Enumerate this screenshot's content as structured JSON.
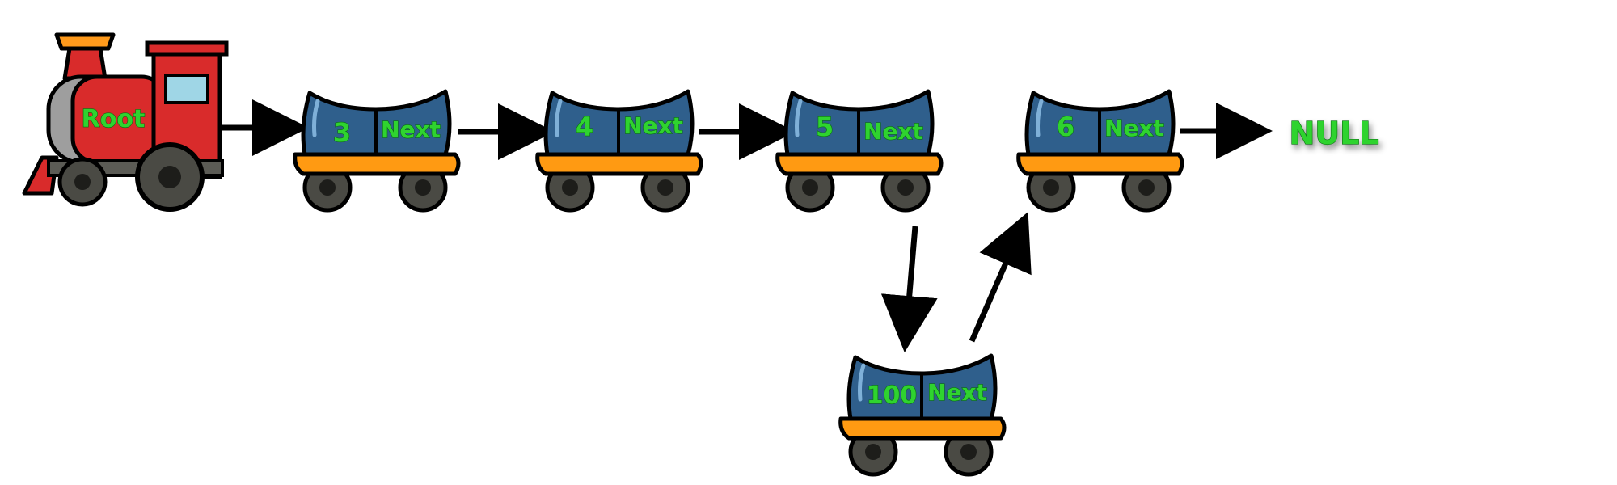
{
  "diagram": {
    "engine": {
      "label": "Root"
    },
    "wagons": [
      {
        "id": "w3",
        "value": "3",
        "next_label": "Next"
      },
      {
        "id": "w4",
        "value": "4",
        "next_label": "Next"
      },
      {
        "id": "w5",
        "value": "5",
        "next_label": "Next"
      },
      {
        "id": "w6",
        "value": "6",
        "next_label": "Next"
      },
      {
        "id": "w100",
        "value": "100",
        "next_label": "Next"
      }
    ],
    "terminal": {
      "label": "NULL"
    },
    "links": [
      {
        "from": "engine",
        "to": "w3"
      },
      {
        "from": "w3",
        "to": "w4"
      },
      {
        "from": "w4",
        "to": "w5"
      },
      {
        "from": "w5",
        "to": "w100"
      },
      {
        "from": "w100",
        "to": "w6"
      },
      {
        "from": "w6",
        "to": "null"
      }
    ],
    "colors": {
      "wagon_body": "#2f5f8c",
      "wagon_base": "#ff9a12",
      "wheel": "#4a4a44",
      "engine_body": "#d92b2b",
      "engine_accent": "#ff9a1c",
      "window": "#9fd6e6",
      "label_green": "#2fd32f",
      "arrow": "#000000"
    }
  }
}
